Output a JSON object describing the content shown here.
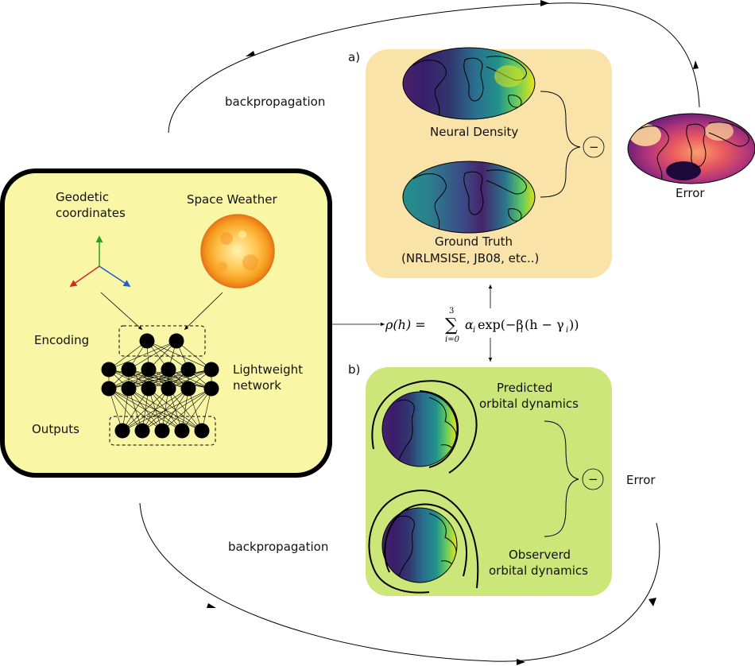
{
  "panel_a": {
    "tag": "a)",
    "top_label": "Neural Density",
    "bottom_label_line1": "Ground Truth",
    "bottom_label_line2": "(NRLMSISE, JB08, etc..)",
    "minus": "−"
  },
  "panel_b": {
    "tag": "b)",
    "top_label_line1": "Predicted",
    "top_label_line2": "orbital dynamics",
    "bottom_label_line1": "Observerd",
    "bottom_label_line2": "orbital dynamics",
    "minus": "−",
    "error_label": "Error"
  },
  "error_map": {
    "label": "Error"
  },
  "loop": {
    "top_label": "backpropagation",
    "bottom_label": "backpropagation"
  },
  "network": {
    "geodetic_line1": "Geodetic",
    "geodetic_line2": "coordinates",
    "space_weather": "Space Weather",
    "encoding": "Encoding",
    "lightweight_line1": "Lightweight",
    "lightweight_line2": "network",
    "outputs": "Outputs"
  },
  "formula": {
    "lhs": "ρ(h) =",
    "sum_upper": "3",
    "sum_lower": "i=0",
    "alpha": "α",
    "exp": "exp(−β",
    "h": "(h − γ",
    "close": "))",
    "sub_i": "i"
  },
  "colors": {
    "network_box": "#f9f7a6",
    "panel_a": "#fae3a9",
    "panel_b": "#cde67a",
    "axis_green": "#2aa02a",
    "axis_red": "#d62728",
    "axis_blue": "#1f5fcf"
  }
}
